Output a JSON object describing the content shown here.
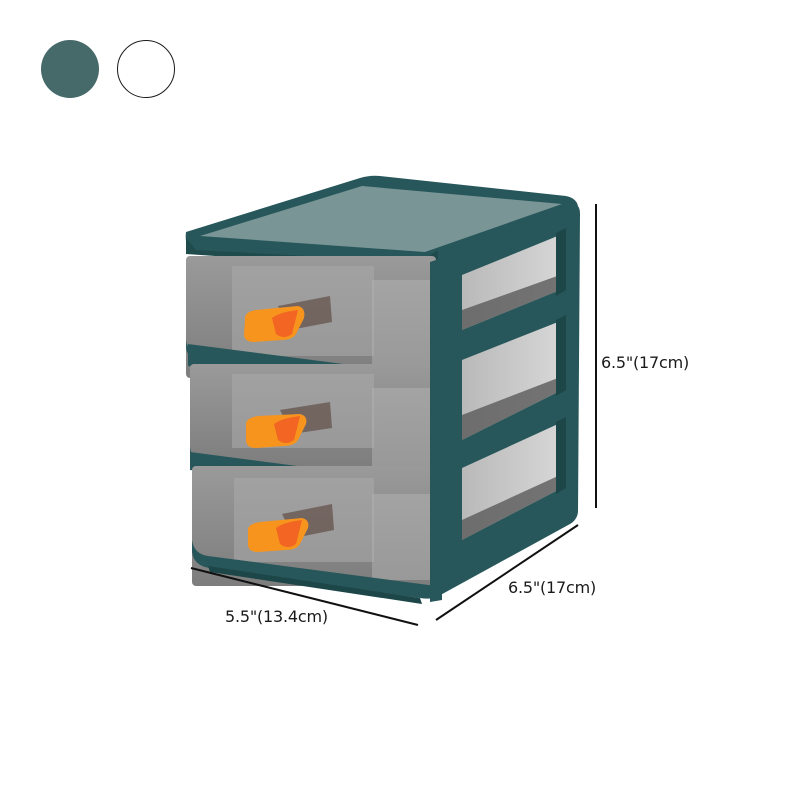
{
  "color_options": [
    {
      "name": "Teal",
      "hex": "#46696a",
      "selected": false
    },
    {
      "name": "White",
      "hex": "#ffffff",
      "selected": false
    }
  ],
  "product": {
    "type": "3-tier desktop drawer organizer",
    "drawer_count": 3,
    "colors": {
      "frame": "#27575a",
      "frame_dark": "#1d4648",
      "lid_top": "#7a9596",
      "drawer_glass": "#8c8c8c",
      "drawer_inner": "#a8a8a8",
      "handle": "#f7941d",
      "handle_inner": "#f26522"
    }
  },
  "dimensions": {
    "height": "6.5\"(17cm)",
    "depth": "6.5\"(17cm)",
    "width": "5.5\"(13.4cm)"
  }
}
